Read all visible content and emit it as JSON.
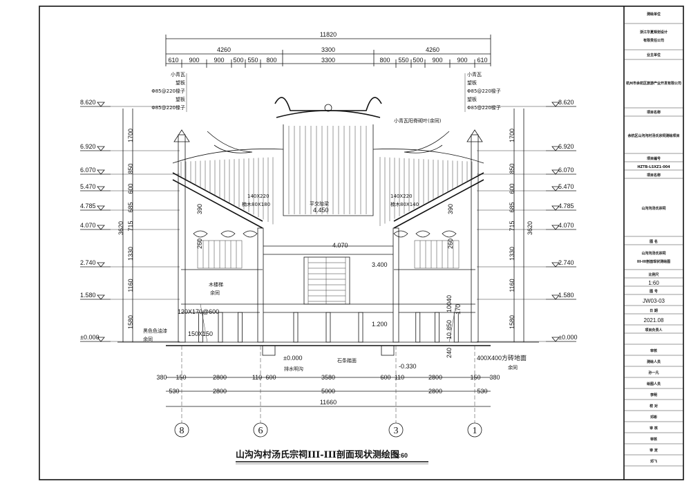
{
  "title": "山沟沟村汤氏宗祠III-III剖面现状测绘图",
  "scale": "1:60",
  "top_dims": {
    "total": "11820",
    "row2": [
      "4260",
      "3300",
      "4260"
    ],
    "row3": [
      "610",
      "900",
      "900",
      "500",
      "550",
      "800",
      "3300",
      "800",
      "550",
      "500",
      "900",
      "900",
      "610"
    ]
  },
  "bottom_dims": {
    "row1": [
      "380",
      "150",
      "2800",
      "110",
      "600",
      "3580",
      "600",
      "110",
      "2800",
      "150",
      "380"
    ],
    "row2": [
      "530",
      "2800",
      "5000",
      "2800",
      "530"
    ],
    "total": "11660"
  },
  "levels": [
    "8.620",
    "6.920",
    "6.070",
    "5.470",
    "4.785",
    "4.070",
    "2.740",
    "1.580",
    "±0.000"
  ],
  "vert_dims": [
    "1700",
    "850",
    "600",
    "685",
    "715",
    "1330",
    "1160",
    "1580"
  ],
  "vert_total": "3620",
  "axes": [
    "8",
    "6",
    "3",
    "1"
  ],
  "notes": {
    "roof_left": [
      "小青瓦",
      "望板",
      "Φ85@220椽子",
      "望板",
      "Φ85@220椽子"
    ],
    "roof_right": [
      "小青瓦",
      "望板",
      "Φ85@220椽子",
      "望板",
      "Φ85@220椽子"
    ],
    "ridge": "小青瓦阳脊砌叶(余同)",
    "beam_left": "140X220",
    "beam_left2": "楠木80X180",
    "beam_right": "140X220",
    "beam_right2": "楠木80X140",
    "mid_beam": "平交抬梁",
    "mid_lvl": "4.450",
    "inner_lvl": "4.070",
    "stair_lvl": "3.400",
    "inner_lvl2": "1.200",
    "stair_note": "木楼梯",
    "stair_note2": "余同",
    "joist": "120X170@600",
    "post": "150X150",
    "paint": "黑色色油漆",
    "paint2": "余同",
    "ground": "±0.000",
    "sub": "-0.330",
    "drain": "排水明沟",
    "stone": "石条踏面",
    "base": "400X400方砖地面",
    "base2": "余同",
    "d40": "40",
    "d170": "170",
    "d100": "100",
    "d850": "850",
    "d10": "10",
    "d240": "240",
    "d260a": "260",
    "d260b": "260",
    "d390a": "390",
    "d390b": "390"
  },
  "titleblock": {
    "design_unit_lbl": "测绘单位",
    "design_unit": [
      "浙江华夏规划设计",
      "有限责任公司"
    ],
    "client_lbl": "业主单位",
    "client": "杭州市余杭区旅游产业开发有限公司",
    "project_lbl": "项目名称",
    "project": "余杭区山沟沟村汤氏宗祠测绘项目",
    "proj_no_lbl": "项目编号",
    "proj_no": "HZTB-LSXZ1-004",
    "sub_lbl": "项目名称",
    "sub": "山沟沟汤氏宗祠",
    "drawing_lbl": "图 名",
    "drawing": [
      "山沟沟汤氏宗祠",
      "III-III剖面现状测绘图"
    ],
    "scale_lbl": "比例尺",
    "scale": "1:60",
    "no_lbl": "图 号",
    "no": "JW03-03",
    "date_lbl": "日 期",
    "date": "2021.08",
    "rows": [
      "项目负责人",
      "审核",
      "测绘人员",
      "孙一凡",
      "绘图人员",
      "李明",
      "校 对",
      "邓彬",
      "审 核",
      "审核",
      "审 定",
      "邓飞"
    ]
  }
}
